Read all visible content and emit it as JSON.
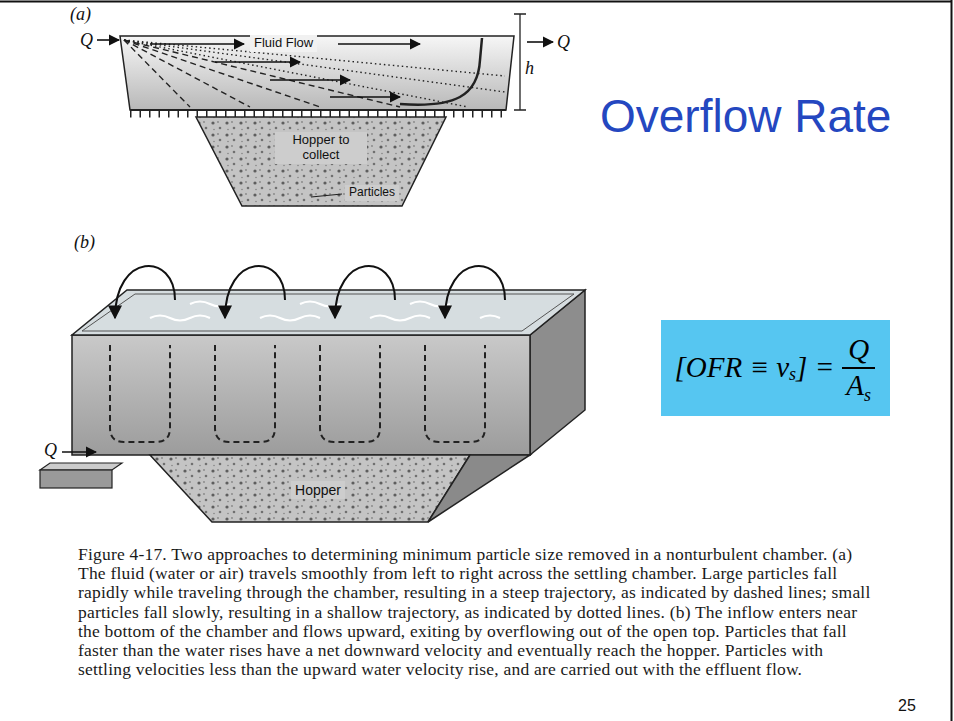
{
  "diagram": {
    "title": "Overflow Rate",
    "caption": "Figure 4-17. Two approaches to determining minimum particle size removed in a nonturbulent chamber. (a) The fluid (water or air) travels smoothly from left to right across the settling chamber. Large particles fall rapidly while traveling through the chamber, resulting in a steep trajectory, as indicated by dashed lines; small particles fall slowly, resulting in a shallow trajectory, as indicated by dotted lines. (b) The inflow enters near the bottom of the chamber and flows upward, exiting by overflowing out of the open top. Particles that fall faster than the water rises have a net downward velocity and eventually reach the hopper. Particles with settling velocities less than the upward water velocity rise, and are carried out with the effluent flow.",
    "nodes": [
      {
        "text": [
          "[OFR ≡ v",
          "s",
          "] =",
          "Q",
          "A",
          "s"
        ]
      }
    ],
    "labels": [
      "(a)",
      "Q",
      "Fluid Flow",
      "h",
      "Q",
      "Hopper to collect",
      "Particles",
      "(b)",
      "Q",
      "Hopper",
      "25"
    ]
  }
}
